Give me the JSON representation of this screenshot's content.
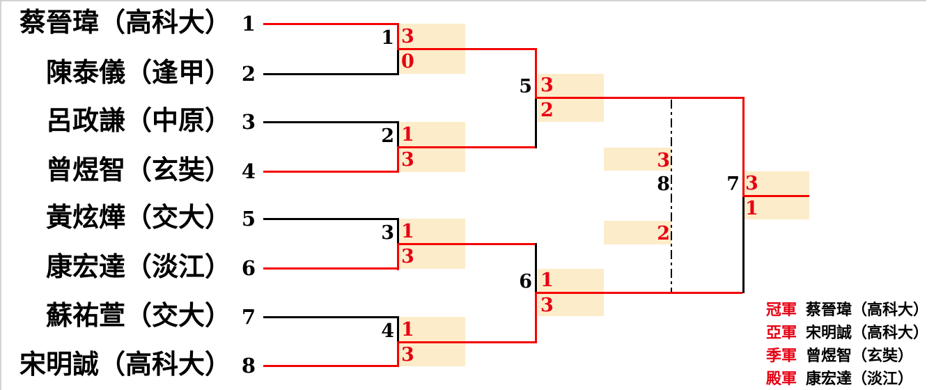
{
  "bracket": {
    "players": [
      {
        "seed": "1",
        "name": "蔡晉瑋（高科大）"
      },
      {
        "seed": "2",
        "name": "陳泰儀（逢甲）"
      },
      {
        "seed": "3",
        "name": "呂政謙（中原）"
      },
      {
        "seed": "4",
        "name": "曾煜智（玄奘）"
      },
      {
        "seed": "5",
        "name": "黃炫燁（交大）"
      },
      {
        "seed": "6",
        "name": "康宏達（淡江）"
      },
      {
        "seed": "7",
        "name": "蘇祐萱（交大）"
      },
      {
        "seed": "8",
        "name": "宋明誠（高科大）"
      }
    ],
    "round1": [
      {
        "match_no": "1",
        "score_top": "3",
        "score_bottom": "0"
      },
      {
        "match_no": "2",
        "score_top": "1",
        "score_bottom": "3"
      },
      {
        "match_no": "3",
        "score_top": "1",
        "score_bottom": "3"
      },
      {
        "match_no": "4",
        "score_top": "1",
        "score_bottom": "3"
      }
    ],
    "semifinals": [
      {
        "match_no": "5",
        "score_top": "3",
        "score_bottom": "2"
      },
      {
        "match_no": "6",
        "score_top": "1",
        "score_bottom": "3"
      }
    ],
    "third_place": {
      "match_no": "8",
      "score_top": "3",
      "score_bottom": "2"
    },
    "final": {
      "match_no": "7",
      "score_top": "3",
      "score_bottom": "1"
    }
  },
  "standings": [
    {
      "rank": "冠軍",
      "name": "蔡晉瑋（高科大）"
    },
    {
      "rank": "亞軍",
      "name": "宋明誠（高科大）"
    },
    {
      "rank": "季軍",
      "name": "曾煜智（玄奘）"
    },
    {
      "rank": "殿軍",
      "name": "康宏達（淡江）"
    }
  ],
  "colors": {
    "winner_line_red": "#f40000",
    "loser_line_black": "#000000",
    "score_red": "#e60012",
    "score_highlight_bg": "#fcecc9",
    "page_border_gray": "#d2d2d2"
  }
}
